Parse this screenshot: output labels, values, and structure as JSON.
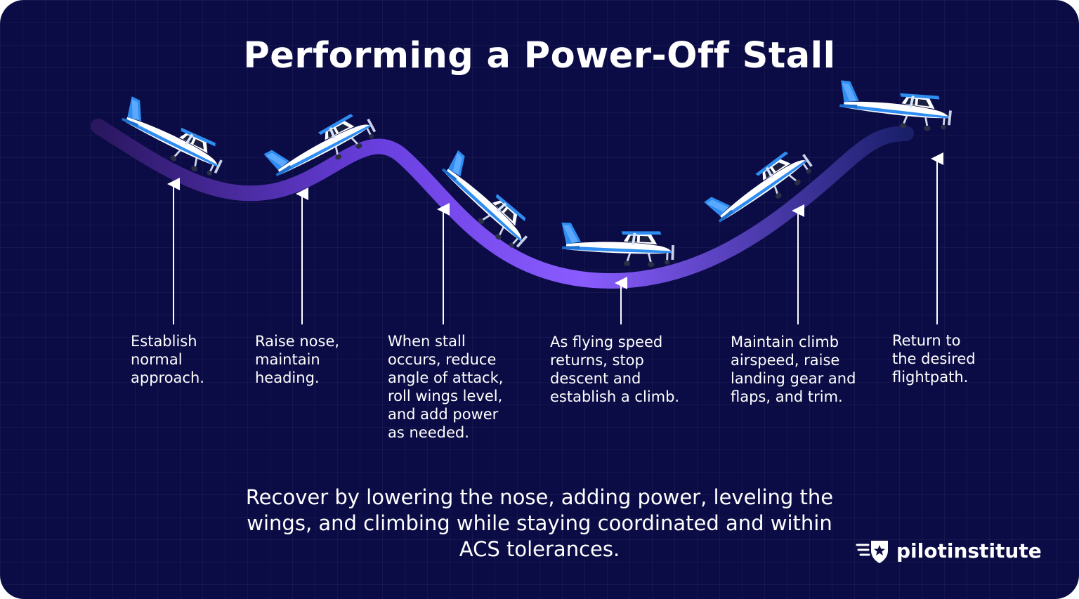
{
  "title": "Performing a Power-Off Stall",
  "steps": [
    {
      "label": "Establish\nnormal\napproach."
    },
    {
      "label": "Raise nose,\nmaintain\nheading."
    },
    {
      "label": "When stall\noccurs, reduce\nangle of attack,\nroll wings level,\nand add power\nas needed."
    },
    {
      "label": "As flying speed\nreturns, stop\ndescent and\nestablish a climb."
    },
    {
      "label": "Maintain climb\nairspeed, raise\nlanding gear and\nflaps, and trim."
    },
    {
      "label": "Return to\nthe desired\nflightpath."
    }
  ],
  "summary": "Recover by lowering the nose, adding power, leveling the wings, and climbing while staying coordinated and within ACS tolerances.",
  "brand": {
    "name": "pilotinstitute",
    "icon": "shield-star-wings-icon"
  },
  "colors": {
    "background": "#0b0c45",
    "path_start": "#2a1760",
    "path_mid": "#7b4ff0",
    "path_end": "#1a1f6a",
    "plane_blue": "#2f8cf0",
    "text": "#ffffff"
  }
}
